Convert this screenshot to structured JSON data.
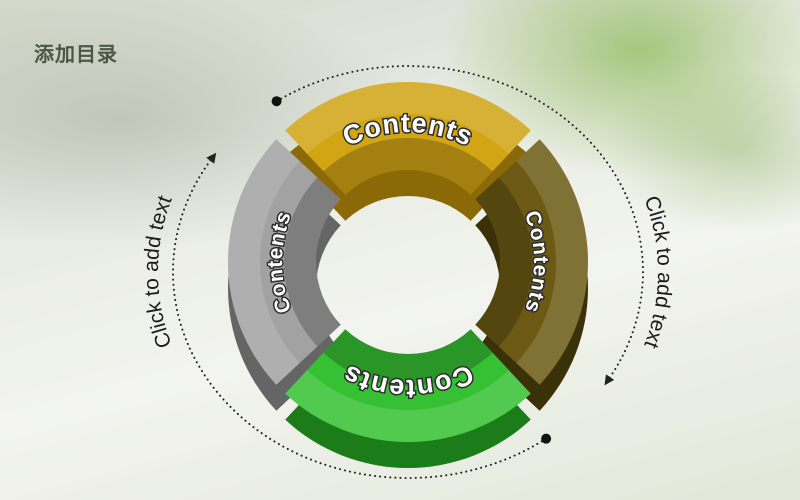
{
  "title": "添加目录",
  "segments": [
    {
      "label": "Contents",
      "color": "#d1a514",
      "shade": "#8a6906"
    },
    {
      "label": "Contents",
      "color": "#6c5a14",
      "shade": "#3b3108"
    },
    {
      "label": "Contents",
      "color": "#36c033",
      "shade": "#1b7c19"
    },
    {
      "label": "Contents",
      "color": "#a2a2a2",
      "shade": "#656565"
    }
  ],
  "notes": {
    "left": "Click to add text",
    "right": "Click to add text"
  },
  "arc_color": "#222222"
}
